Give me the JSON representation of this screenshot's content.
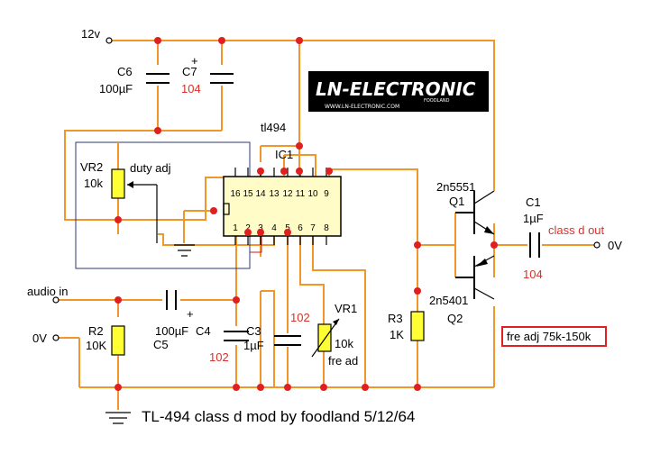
{
  "title": "TL-494 class d mod by foodland 5/12/64",
  "logo": {
    "main": "LN-ELECTRONIC",
    "sub1": "FOODLAND",
    "sub2": "WWW.LN-ELECTRONIC.COM"
  },
  "nets": {
    "supply": "12v",
    "audio_in": "audio in",
    "ground": "0V",
    "out_ground": "0V"
  },
  "ic": {
    "type": "tl494",
    "ref": "IC1",
    "top_pins": [
      "16",
      "15",
      "14",
      "13",
      "12",
      "11",
      "10",
      "9"
    ],
    "bottom_pins": [
      "1",
      "2",
      "3",
      "4",
      "5",
      "6",
      "7",
      "8"
    ]
  },
  "components": {
    "c6": {
      "ref": "C6",
      "value": "100µF",
      "polarity": "+"
    },
    "c7": {
      "ref": "C7",
      "value": "104"
    },
    "vr2": {
      "ref": "VR2",
      "value": "10k",
      "note": "duty adj"
    },
    "c5": {
      "ref": "C5",
      "value": "100µF",
      "polarity": "+"
    },
    "c4": {
      "ref": "C4"
    },
    "c3": {
      "ref": "C3",
      "value": "1µF",
      "code": "102"
    },
    "cx": {
      "code": "102"
    },
    "vr1": {
      "ref": "VR1",
      "value": "10k",
      "note": "fre ad"
    },
    "r2": {
      "ref": "R2",
      "value": "10K"
    },
    "r3": {
      "ref": "R3",
      "value": "1K"
    },
    "q1": {
      "ref": "Q1",
      "part": "2n5551"
    },
    "q2": {
      "ref": "Q2",
      "part": "2n5401"
    },
    "c1": {
      "ref": "C1",
      "value": "1µF",
      "code": "104"
    }
  },
  "output_label": "class d out",
  "note_box": "fre adj 75k-150k",
  "colors": {
    "wire": "#f0962a",
    "junction": "#e02020",
    "ic_fill": "#fffcc8",
    "note_border": "#e02020",
    "red_text": "#d6312b",
    "logo_text": "#ffffff",
    "logo_bg": "#000000"
  }
}
